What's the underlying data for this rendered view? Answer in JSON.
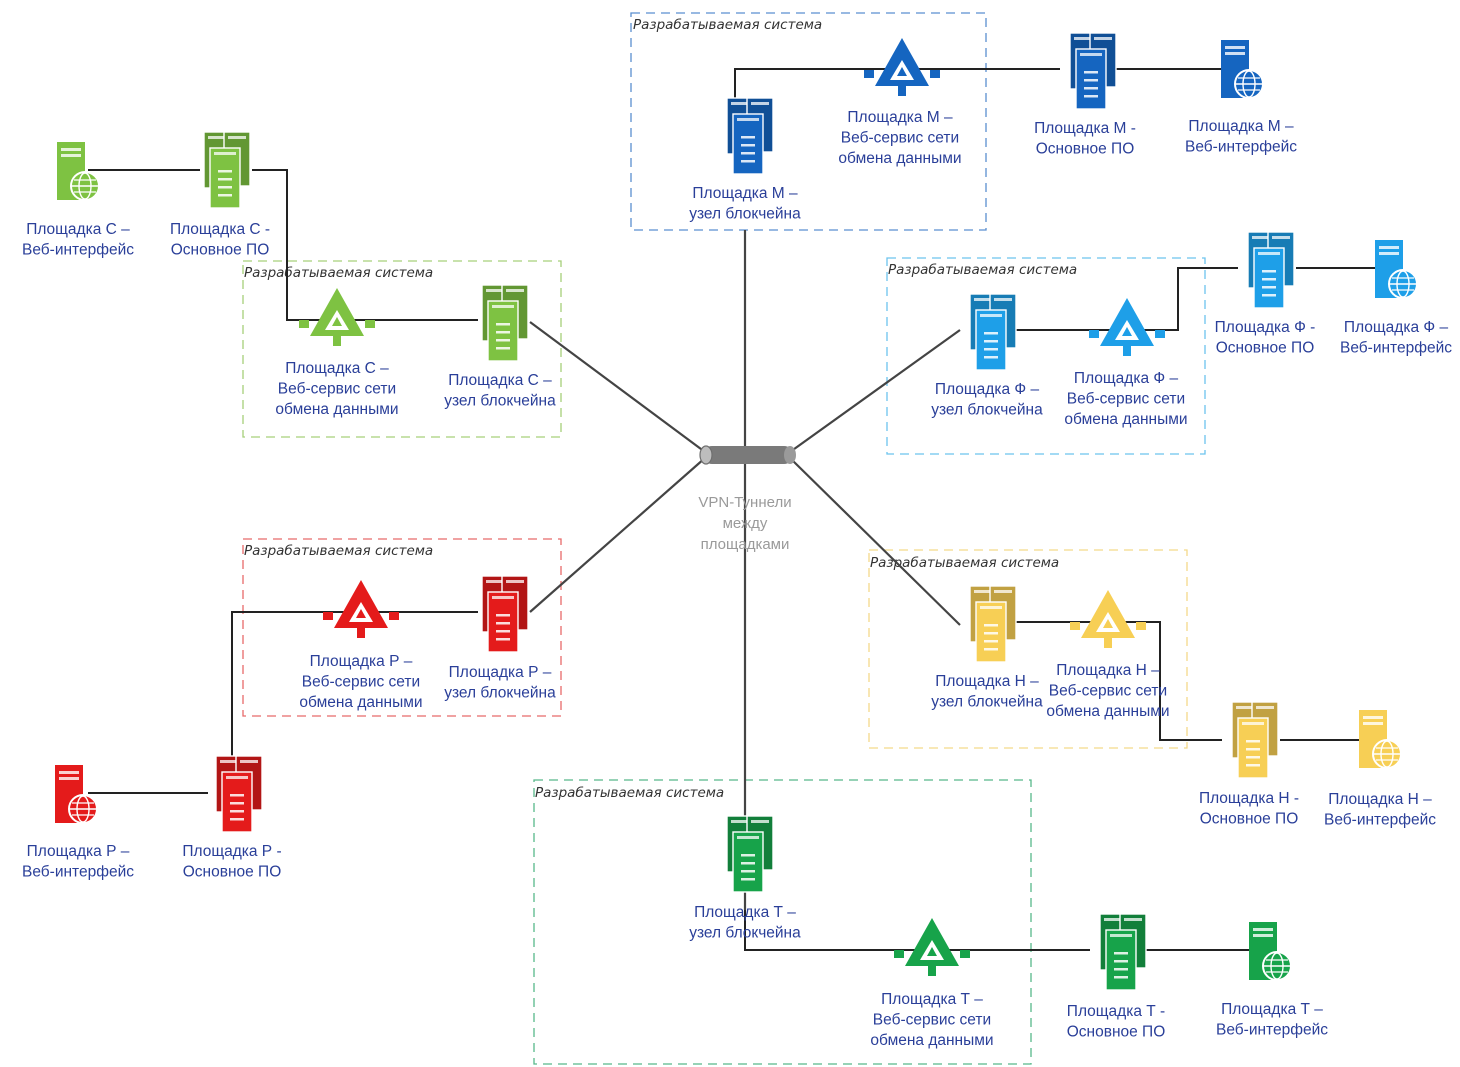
{
  "title": "",
  "system_label": "Разрабатываемая система",
  "vpn_label": [
    "VPN-Туннели",
    "между",
    "площадками"
  ],
  "colors": {
    "M": "#1565c0",
    "F": "#1e9fe8",
    "H": "#f7cf55",
    "T": "#17a34a",
    "R": "#e41b1b",
    "C": "#7ec242"
  },
  "sites": {
    "M": {
      "node": [
        "Площадка М –",
        "узел блокчейна"
      ],
      "ws": [
        "Площадка М –",
        "Веб-сервис сети",
        "обмена данными"
      ],
      "po": [
        "Площадка М -",
        "Основное ПО"
      ],
      "web": [
        "Площадка М –",
        "Веб-интерфейс"
      ]
    },
    "F": {
      "node": [
        "Площадка Ф –",
        "узел блокчейна"
      ],
      "ws": [
        "Площадка Ф –",
        "Веб-сервис сети",
        "обмена данными"
      ],
      "po": [
        "Площадка Ф -",
        "Основное ПО"
      ],
      "web": [
        "Площадка Ф –",
        "Веб-интерфейс"
      ]
    },
    "H": {
      "node": [
        "Площадка Н –",
        "узел блокчейна"
      ],
      "ws": [
        "Площадка Н –",
        "Веб-сервис сети",
        "обмена данными"
      ],
      "po": [
        "Площадка Н -",
        "Основное ПО"
      ],
      "web": [
        "Площадка Н –",
        "Веб-интерфейс"
      ]
    },
    "T": {
      "node": [
        "Площадка Т –",
        "узел блокчейна"
      ],
      "ws": [
        "Площадка Т –",
        "Веб-сервис сети",
        "обмена данными"
      ],
      "po": [
        "Площадка Т -",
        "Основное ПО"
      ],
      "web": [
        "Площадка Т –",
        "Веб-интерфейс"
      ]
    },
    "R": {
      "node": [
        "Площадка Р –",
        "узел блокчейна"
      ],
      "ws": [
        "Площадка Р –",
        "Веб-сервис сети",
        "обмена данными"
      ],
      "po": [
        "Площадка Р -",
        "Основное ПО"
      ],
      "web": [
        "Площадка Р –",
        "Веб-интерфейс"
      ]
    },
    "C": {
      "node": [
        "Площадка С –",
        "узел блокчейна"
      ],
      "ws": [
        "Площадка С –",
        "Веб-сервис сети",
        "обмена данными"
      ],
      "po": [
        "Площадка С -",
        "Основное ПО"
      ],
      "web": [
        "Площадка С –",
        "Веб-интерфейс"
      ]
    }
  },
  "icons": {
    "node": "server-cluster-icon",
    "ws": "network-triangle-icon",
    "po": "server-cluster-icon",
    "web": "web-server-icon",
    "hub": "vpn-tunnel-pipe-icon"
  }
}
